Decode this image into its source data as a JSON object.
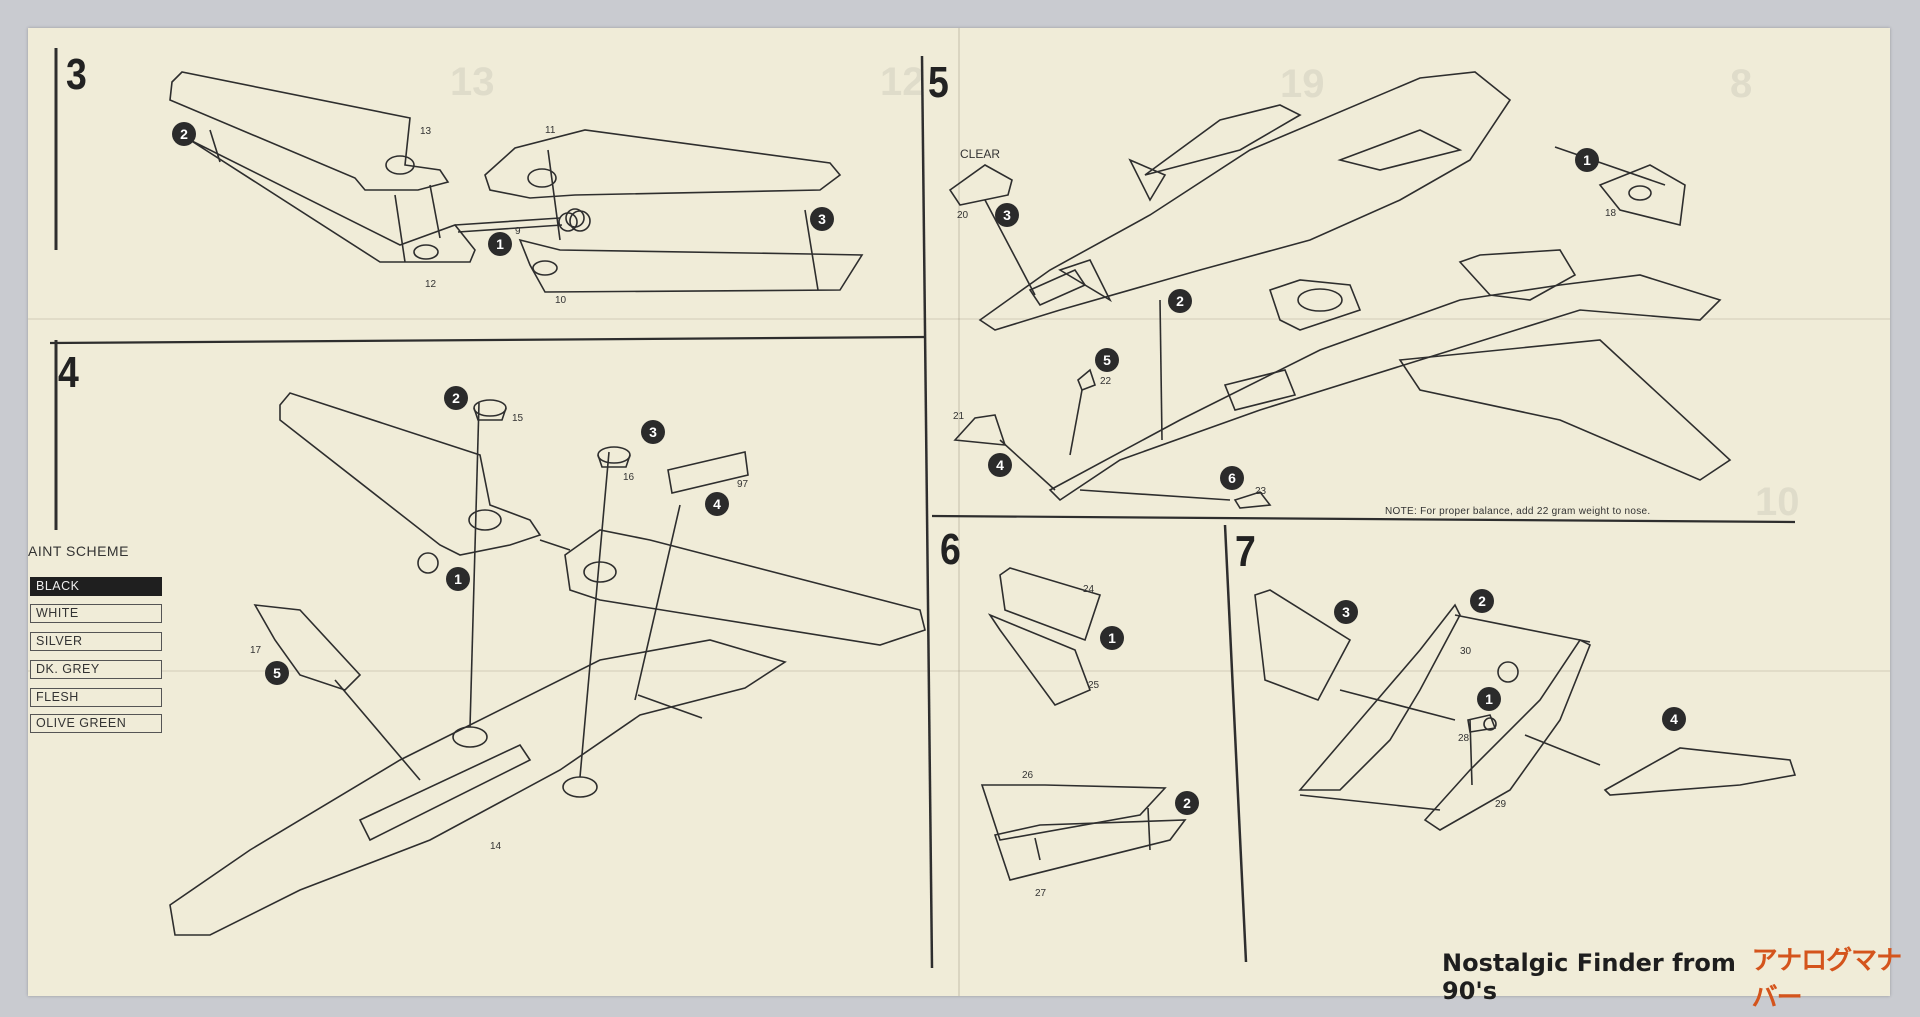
{
  "steps": [
    {
      "number": "3"
    },
    {
      "number": "4"
    },
    {
      "number": "5"
    },
    {
      "number": "6"
    },
    {
      "number": "7"
    }
  ],
  "part_labels": {
    "s3": [
      "13",
      "11",
      "9",
      "12",
      "10"
    ],
    "s4": [
      "15",
      "16",
      "97",
      "17",
      "14"
    ],
    "s5": [
      "20",
      "18",
      "22",
      "21",
      "23"
    ],
    "s6": [
      "24",
      "25",
      "26",
      "27"
    ],
    "s7": [
      "30",
      "28",
      "29"
    ]
  },
  "clear_label": "CLEAR",
  "note": "NOTE: For proper balance, add 22 gram weight to nose.",
  "paint_scheme": {
    "title": "AINT SCHEME",
    "colors": [
      "BLACK",
      "WHITE",
      "SILVER",
      "DK. GREY",
      "FLESH",
      "OLIVE GREEN"
    ],
    "highlight_color": "#1f1f1f"
  },
  "watermark": {
    "text": "Nostalgic Finder from 90's",
    "logo": "アナログマナバー"
  },
  "colors": {
    "paper": "#f0ecd8",
    "background": "#c9cbd0",
    "ink": "#2b2b2b"
  }
}
